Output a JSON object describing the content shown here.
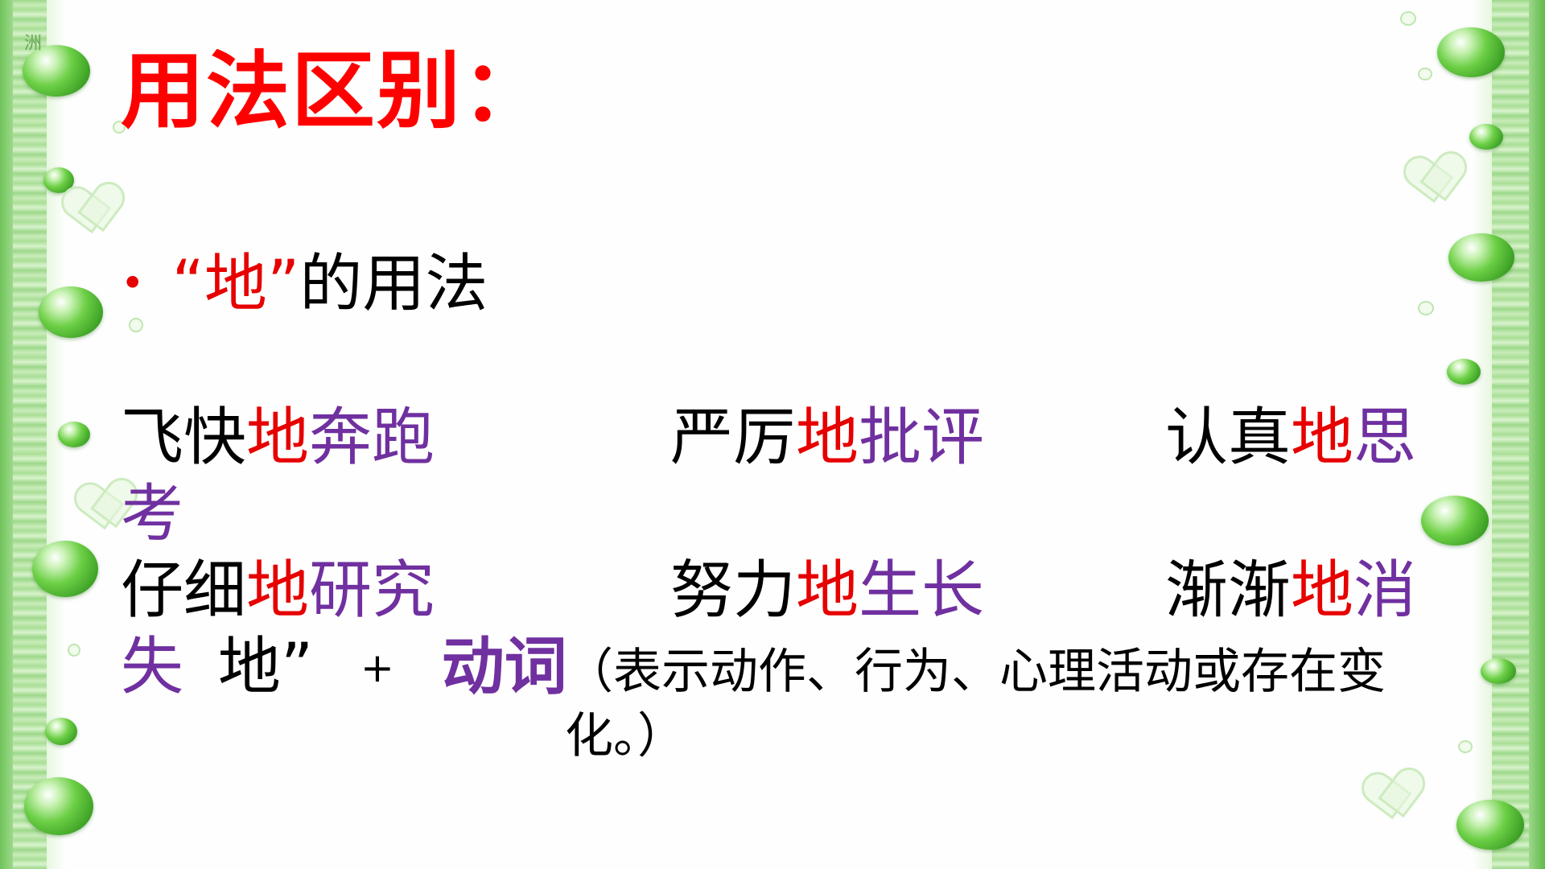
{
  "corner_tag": "洲",
  "title": "用法区别：",
  "bullet": {
    "symbol": "•",
    "quote_open": "“",
    "char": "地",
    "quote_close": "”",
    "rest": "的用法"
  },
  "examples": [
    {
      "pre": "飞快",
      "de": "地",
      "post": "奔跑"
    },
    {
      "pre": "严厉",
      "de": "地",
      "post": "批评"
    },
    {
      "pre": "认真",
      "de": "地",
      "post": "思"
    },
    {
      "wrap": "考"
    },
    {
      "pre": "仔细",
      "de": "地",
      "post": "研究"
    },
    {
      "pre": "努力",
      "de": "地",
      "post": "生长"
    },
    {
      "pre": "渐渐",
      "de": "地",
      "post": "消"
    }
  ],
  "formula": {
    "wrap": "失",
    "de": "地”",
    "plus": "+",
    "verb": "动词"
  },
  "note": "（表示动作、行为、心理活动或存在变化。）"
}
